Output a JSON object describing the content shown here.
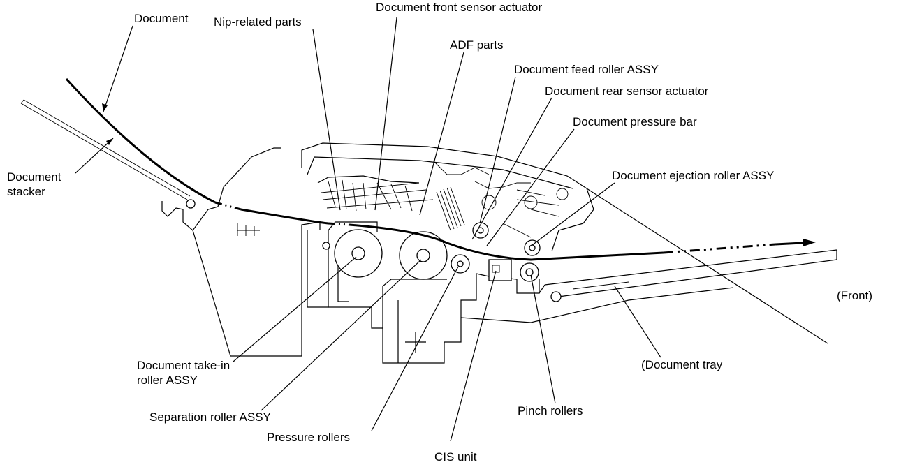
{
  "labels": {
    "document": "Document",
    "nip_related_parts": "Nip-related parts",
    "document_front_sensor_actuator": "Document front sensor actuator",
    "adf_parts": "ADF parts",
    "document_feed_roller_assy": "Document feed roller ASSY",
    "document_rear_sensor_actuator": "Document rear sensor actuator",
    "document_pressure_bar": "Document pressure bar",
    "document_ejection_roller_assy": "Document ejection roller ASSY",
    "document_stacker": "Document\nstacker",
    "front": "(Front)",
    "document_take_in_roller_assy": "Document take-in\nroller ASSY",
    "separation_roller_assy": "Separation roller ASSY",
    "pressure_rollers": "Pressure rollers",
    "cis_unit": "CIS unit",
    "pinch_rollers": "Pinch rollers",
    "document_tray": "(Document tray"
  }
}
